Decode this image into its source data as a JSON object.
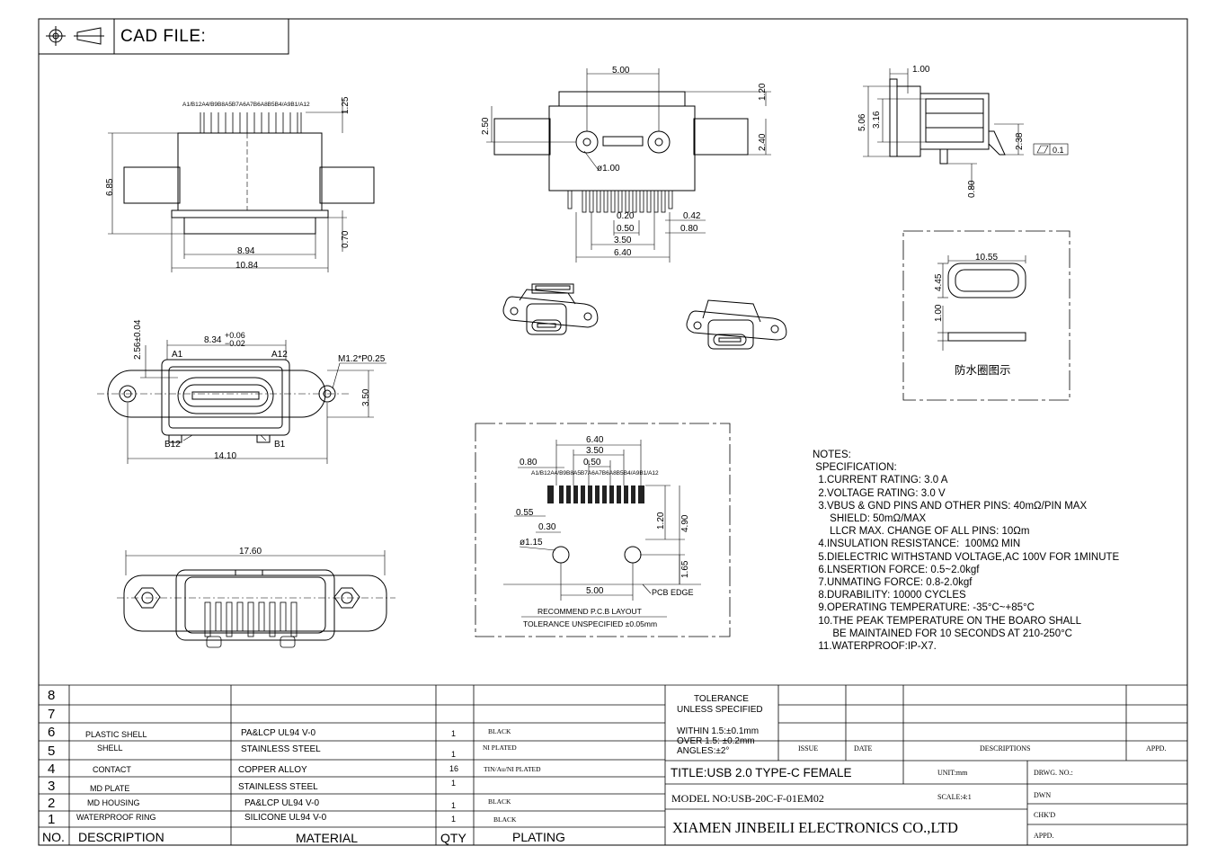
{
  "header": {
    "cad_file_label": "CAD FILE:"
  },
  "dims": {
    "side": {
      "pins": "A1/B12A4/B9B8A5B7A6A7B6A8B5B4/A9B1/A12",
      "d125": "1.25",
      "d685": "6.85",
      "d070": "0.70",
      "d894": "8.94",
      "d1084": "10.84"
    },
    "front": {
      "d500": "5.00",
      "d120": "1.20",
      "d250": "2.50",
      "d240": "2.40",
      "phi100": "ø1.00",
      "d020": "0.20",
      "d042": "0.42",
      "d050": "0.50",
      "d080": "0.80",
      "d350": "3.50",
      "d640": "6.40"
    },
    "right": {
      "d100": "1.00",
      "d506": "5.06",
      "d316": "3.16",
      "d238": "2.38",
      "d080": "0.80",
      "flat": "0.1"
    },
    "top": {
      "d256": "2.56±0.04",
      "d834": "8.34",
      "tol_plus": "+0.06",
      "tol_minus": "−0.02",
      "a1": "A1",
      "a12": "A12",
      "b12": "B12",
      "b1": "B1",
      "m12": "M1.2*P0.25",
      "d350": "3.50",
      "d1410": "14.10"
    },
    "bottom": {
      "d1760": "17.60"
    },
    "ring": {
      "d1055": "10.55",
      "d445": "4.45",
      "d100": "1.00",
      "caption": "防水圈图示"
    },
    "pcb": {
      "d640": "6.40",
      "d350": "3.50",
      "d080": "0.80",
      "d050": "0.50",
      "pins": "A1/B12A4/B9B8A5B7A6A7B6A8B5B4/A9B1/A12",
      "d055": "0.55",
      "d030": "0.30",
      "phi115": "ø1.15",
      "d120": "1.20",
      "d490": "4.90",
      "d165": "1.65",
      "d500": "5.00",
      "edge": "PCB EDGE",
      "title": "RECOMMEND P.C.B LAYOUT",
      "tol": "TOLERANCE UNSPECIFIED ±0.05mm"
    }
  },
  "notes": {
    "heading": "NOTES:",
    "lines": [
      " SPECIFICATION:",
      "  1.CURRENT RATING: 3.0 A",
      "  2.VOLTAGE RATING: 3.0 V",
      "  3.VBUS & GND PINS AND OTHER PINS: 40mΩ/PIN MAX",
      "      SHIELD: 50mΩ/MAX",
      "      LLCR MAX. CHANGE OF ALL PINS: 10Ωm",
      "  4.INSULATION RESISTANCE:  100MΩ MIN",
      "  5.DIELECTRIC WITHSTAND VOLTAGE,AC 100V FOR 1MINUTE",
      "  6.LNSERTION FORCE: 0.5~2.0kgf",
      "  7.UNMATING FORCE: 0.8-2.0kgf",
      "  8.DURABILITY: 10000 CYCLES",
      "  9.OPERATING TEMPERATURE: -35°C~+85°C",
      "  10.THE PEAK TEMPERATURE ON THE BOARO SHALL",
      "       BE MAINTAINED FOR 10 SECONDS AT 210-250°C",
      "  11.WATERPROOF:IP-X7."
    ]
  },
  "bom": {
    "rows": [
      {
        "no": "8",
        "desc": "",
        "material": "",
        "qty": "",
        "plating": ""
      },
      {
        "no": "7",
        "desc": "",
        "material": "",
        "qty": "",
        "plating": ""
      },
      {
        "no": "6",
        "desc": "PLASTIC SHELL",
        "material": "PA&LCP UL94 V-0",
        "qty": "1",
        "plating": "BLACK"
      },
      {
        "no": "5",
        "desc": "SHELL",
        "material": "STAINLESS STEEL",
        "qty": "1",
        "plating": "NI PLATED"
      },
      {
        "no": "4",
        "desc": "CONTACT",
        "material": "COPPER ALLOY",
        "qty": "16",
        "plating": "TIN/Au/NI PLATED"
      },
      {
        "no": "3",
        "desc": "MD PLATE",
        "material": "STAINLESS STEEL",
        "qty": "1",
        "plating": ""
      },
      {
        "no": "2",
        "desc": "MD HOUSING",
        "material": "PA&LCP UL94 V-0",
        "qty": "1",
        "plating": "BLACK"
      },
      {
        "no": "1",
        "desc": "WATERPROOF RING",
        "material": "SILICONE UL94 V-0",
        "qty": "1",
        "plating": "BLACK"
      }
    ],
    "headers": {
      "no": "NO.",
      "desc": "DESCRIPTION",
      "material": "MATERIAL",
      "qty": "QTY",
      "plating": "PLATING"
    }
  },
  "titleblock": {
    "tolerance": "TOLERANCE",
    "unless": "UNLESS SPECIFIED",
    "within": "WITHIN 1.5:±0.1mm",
    "over": "OVER 1.5:  ±0.2mm",
    "angles": "ANGLES:±2°",
    "issue": "ISSUE",
    "date": "DATE",
    "descriptions": "DESCRIPTIONS",
    "appd": "APPD.",
    "title": "TITLE:USB 2.0 TYPE-C FEMALE",
    "unit": "UNIT:mm",
    "drwg": "DRWG. NO.:",
    "model": "MODEL NO:USB-20C-F-01EM02",
    "scale": "SCALE:4:1",
    "dwn": "DWN",
    "chkd": "CHK'D",
    "appd2": "APPD.",
    "company": "XIAMEN JINBEILI ELECTRONICS CO.,LTD"
  }
}
